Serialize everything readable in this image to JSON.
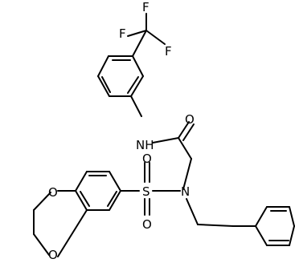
{
  "molecule": {
    "atom_labels": {
      "f_top": "F",
      "f_left": "F",
      "f_right": "F",
      "amide_o": "O",
      "amide_nh": "NH",
      "sulfonyl_s": "S",
      "sulfonyl_o_top": "O",
      "sulfonyl_o_bottom": "O",
      "sulfonamide_n": "N",
      "dioxane_o_upper": "O",
      "dioxane_o_lower": "O"
    },
    "colors": {
      "ink": "#000000",
      "background": "#ffffff"
    }
  }
}
